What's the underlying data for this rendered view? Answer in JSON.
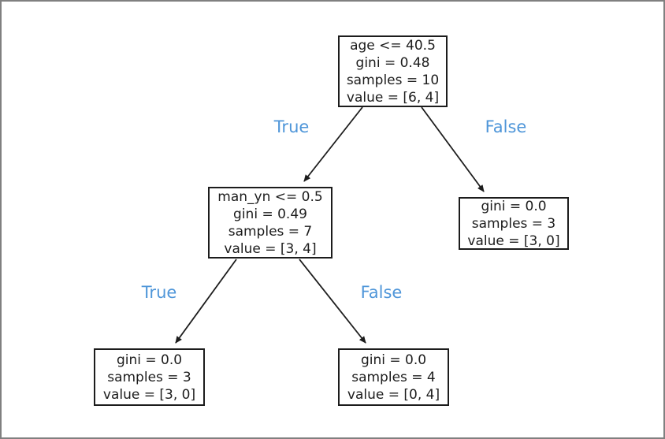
{
  "figure": {
    "type": "decision-tree-plot",
    "background": "#ffffff",
    "frame_border_color": "#808080"
  },
  "tree": {
    "nodes": [
      {
        "id": "root",
        "lines": [
          "age <= 40.5",
          "gini = 0.48",
          "samples = 10",
          "value = [6, 4]"
        ]
      },
      {
        "id": "left-child",
        "lines": [
          "man_yn <= 0.5",
          "gini = 0.49",
          "samples = 7",
          "value = [3, 4]"
        ]
      },
      {
        "id": "right-leaf",
        "lines": [
          "gini = 0.0",
          "samples = 3",
          "value = [3, 0]"
        ]
      },
      {
        "id": "left-left-leaf",
        "lines": [
          "gini = 0.0",
          "samples = 3",
          "value = [3, 0]"
        ]
      },
      {
        "id": "left-right-leaf",
        "lines": [
          "gini = 0.0",
          "samples = 4",
          "value = [0, 4]"
        ]
      }
    ],
    "edge_labels": [
      {
        "text": "True"
      },
      {
        "text": "False"
      },
      {
        "text": "True"
      },
      {
        "text": "False"
      }
    ],
    "colors": {
      "edge_label": "#4f96d9",
      "node_border": "#1c1c1c",
      "node_text": "#1c1c1c",
      "arrow": "#1c1c1c"
    }
  }
}
